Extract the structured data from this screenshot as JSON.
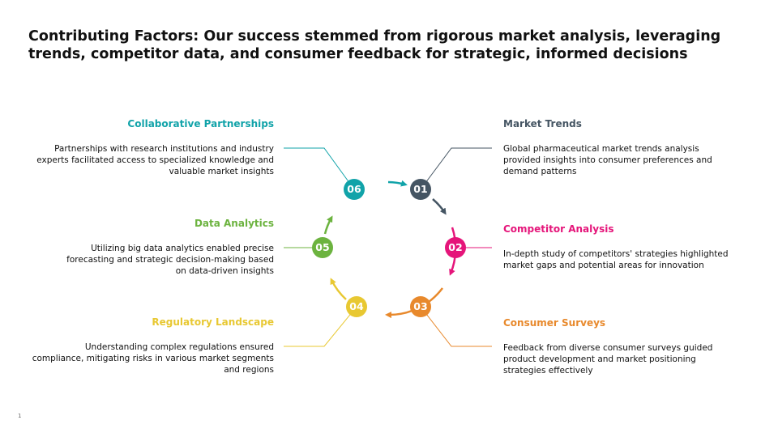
{
  "title": "Contributing Factors: Our success stemmed from rigorous market analysis, leveraging trends, competitor data, and consumer feedback for strategic, informed decisions",
  "slide_number": "1",
  "colors": {
    "market_trends": "#455563",
    "competitor": "#e5157a",
    "consumer": "#e8892c",
    "regulatory": "#e8c832",
    "data_analytics": "#6cb33f",
    "collaborative": "#11a3a9"
  },
  "factors": [
    {
      "number": "01",
      "heading": "Market Trends",
      "description": "Global pharmaceutical market trends analysis provided insights into consumer preferences and demand patterns"
    },
    {
      "number": "02",
      "heading": "Competitor Analysis",
      "description": "In-depth study of competitors' strategies highlighted market gaps and potential areas for innovation"
    },
    {
      "number": "03",
      "heading": "Consumer Surveys",
      "description": "Feedback from diverse consumer surveys guided product development and market positioning strategies effectively"
    },
    {
      "number": "04",
      "heading": "Regulatory Landscape",
      "description": "Understanding complex regulations ensured compliance, mitigating risks in various market segments and regions"
    },
    {
      "number": "05",
      "heading": "Data Analytics",
      "description": "Utilizing big data analytics enabled precise forecasting and strategic decision-making based on data-driven insights"
    },
    {
      "number": "06",
      "heading": "Collaborative Partnerships",
      "description": "Partnerships with research institutions and industry experts facilitated access to specialized knowledge and valuable market insights"
    }
  ]
}
